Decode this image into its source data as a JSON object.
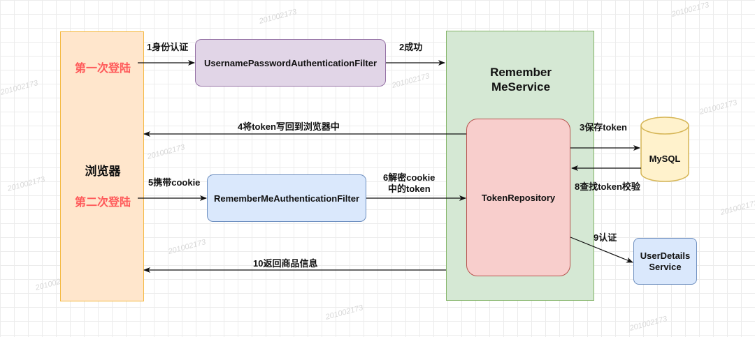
{
  "browser": {
    "title": "浏览器",
    "first_login": "第一次登陆",
    "second_login": "第二次登陆"
  },
  "filters": {
    "username_filter": "UsernamePasswordAuthenticationFilter",
    "rememberme_filter": "RememberMeAuthenticationFilter"
  },
  "service": {
    "title": "Remember MeService",
    "repository": "TokenRepository"
  },
  "mysql": "MySQL",
  "user_details": "UserDetails Service",
  "steps": {
    "s1": "1身份认证",
    "s2": "2成功",
    "s3": "3保存token",
    "s4": "4将token写回到浏览器中",
    "s5": "5携带cookie",
    "s6_line1": "6解密cookie",
    "s6_line2": "中的token",
    "s8": "8查找token校验",
    "s9": "9认证",
    "s10": "10返回商品信息"
  },
  "watermark": "201002173",
  "colors": {
    "browser_fill": "#ffe6cc",
    "browser_stroke": "#f5b942",
    "purple_fill": "#e1d5e7",
    "purple_stroke": "#9673a6",
    "blue_fill": "#dae8fc",
    "blue_stroke": "#6c8ebf",
    "green_fill": "#d5e8d4",
    "green_stroke": "#82b366",
    "pink_fill": "#f8cecc",
    "pink_stroke": "#b85450",
    "yellow_fill": "#fff2cc",
    "yellow_stroke": "#d6b656",
    "red_text": "#ff5a5a"
  }
}
